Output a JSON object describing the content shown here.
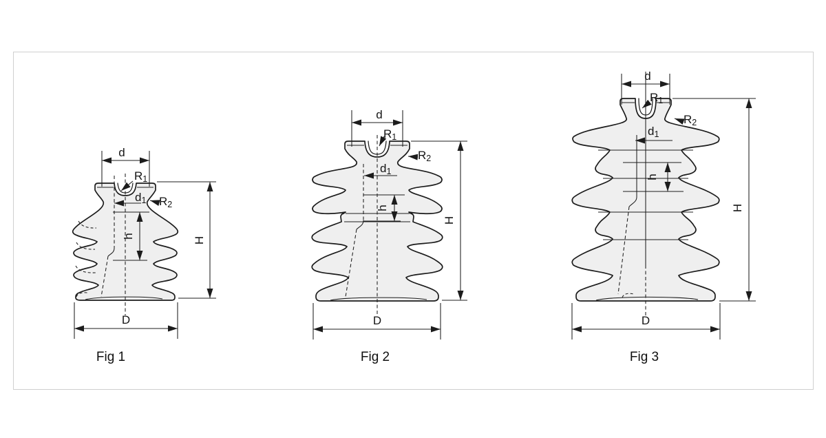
{
  "frame": {
    "border_color": "#cfcfcf",
    "background": "#ffffff"
  },
  "drawing": {
    "outline_color": "#1c1c1c",
    "fill_color": "#efefef",
    "dims": {
      "top_groove_width": "d",
      "radius_letter": "R",
      "radius1_index": "1",
      "radius2_index": "2",
      "pin_hole_letter": "d",
      "pin_hole_index": "1",
      "pin_depth": "h",
      "total_height": "H",
      "base_diameter": "D"
    },
    "figures": [
      {
        "caption": "Fig 1"
      },
      {
        "caption": "Fig 2"
      },
      {
        "caption": "Fig 3"
      }
    ]
  }
}
